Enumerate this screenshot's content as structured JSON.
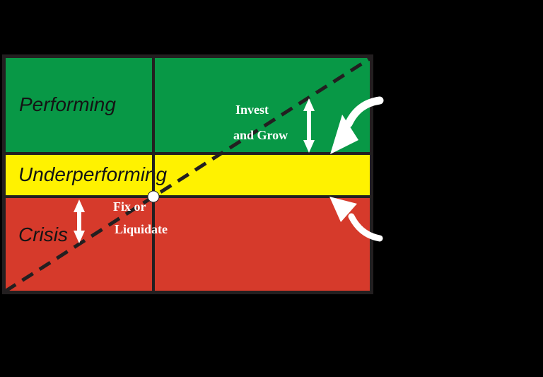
{
  "canvas": {
    "background": "#000000"
  },
  "matrix": {
    "border_color": "#231f20",
    "grid_line_color": "#231f20",
    "zone_label_color": "#141414",
    "zones": {
      "performing": {
        "label": "Performing",
        "color": "#089846"
      },
      "underperforming": {
        "label": "Underperforming",
        "color": "#fff200"
      },
      "crisis": {
        "label": "Crisis",
        "color": "#d63a2b"
      }
    },
    "annotations": {
      "invest": {
        "line1": "Invest",
        "line2": "and Grow",
        "color": "#ffffff"
      },
      "fix": {
        "line1": "Fix or",
        "line2": "Liquidate",
        "color": "#ffffff"
      }
    },
    "markers": {
      "intersection_dot_color": "#ffffff",
      "arrow_color": "#ffffff",
      "diagonal_line_style": "dashed"
    }
  }
}
